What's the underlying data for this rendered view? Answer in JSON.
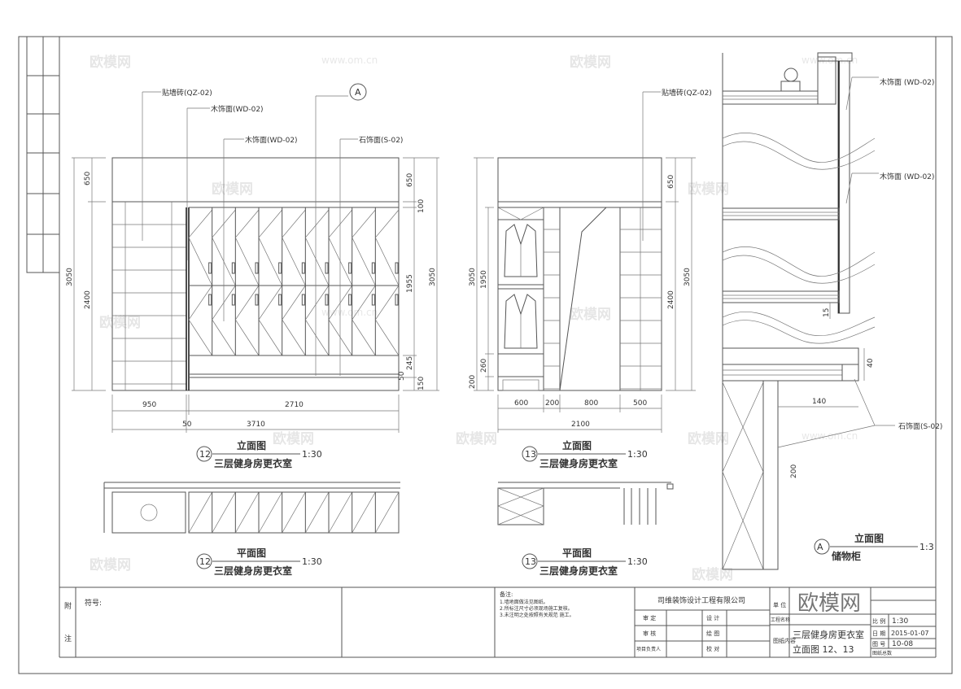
{
  "watermark": {
    "logo": "欧模网",
    "url": "www.om.cn"
  },
  "elevation12": {
    "callouts": [
      "贴墙砖(QZ-02)",
      "木饰面(WD-02)",
      "木饰面(WD-02)",
      "石饰面(S-02)"
    ],
    "section_mark": "A",
    "dims_left": [
      "3050",
      "2400",
      "650"
    ],
    "dims_right": [
      "650",
      "100",
      "1955",
      "245",
      "50",
      "150",
      "3050"
    ],
    "dims_bottom": [
      "950",
      "2710"
    ],
    "dims_total": [
      "50",
      "3710"
    ],
    "title": {
      "number": "12",
      "name": "立面图",
      "scale": "1:30",
      "room": "三层健身房更衣室"
    }
  },
  "elevation13": {
    "callouts": [
      "贴墙砖(QZ-02)"
    ],
    "dims_left": [
      "3050",
      "1950",
      "260",
      "200"
    ],
    "dims_right": [
      "650",
      "2400",
      "3050"
    ],
    "dims_bottom": [
      "600",
      "200",
      "800",
      "500"
    ],
    "dims_total": [
      "2100"
    ],
    "title": {
      "number": "13",
      "name": "立面图",
      "scale": "1:30",
      "room": "三层健身房更衣室"
    }
  },
  "plan12": {
    "title": {
      "number": "12",
      "name": "平面图",
      "scale": "1:30",
      "room": "三层健身房更衣室"
    }
  },
  "plan13": {
    "title": {
      "number": "13",
      "name": "平面图",
      "scale": "1:30",
      "room": "三层健身房更衣室"
    }
  },
  "detailA": {
    "callouts": [
      "木饰面 (WD-02)",
      "木饰面 (WD-02)",
      "石饰面(S-02)"
    ],
    "dims": [
      "15",
      "40",
      "140",
      "200"
    ],
    "title": {
      "number": "A",
      "name": "立面图",
      "scale": "1:3",
      "room": "储物柜"
    }
  },
  "title_block": {
    "side_labels": [
      "附",
      "注"
    ],
    "symbol_label": "符号:",
    "notes_title": "备注:",
    "notes": [
      "1.墙地面做法见图纸。",
      "2.所标注尺寸必须现场施工复核。",
      "3.未注明之处按照有关规范 施工。"
    ],
    "company": "司维装饰设计工程有限公司",
    "roles": [
      "审 定",
      "设 计",
      "审 核",
      "绘 图",
      "项目负责人",
      "校 对"
    ],
    "unit_label": "单 位",
    "project_label": "工程名称",
    "content_label": "图纸内容",
    "content_lines": [
      "三层健身房更衣室",
      "立面图 12、13"
    ],
    "scale_label": "比 例",
    "scale": "1:30",
    "date_label": "日 期",
    "date": "2015-01-07",
    "drawing_no_label": "图 号",
    "drawing_no": "10-08",
    "total_label": "图纸总数"
  }
}
